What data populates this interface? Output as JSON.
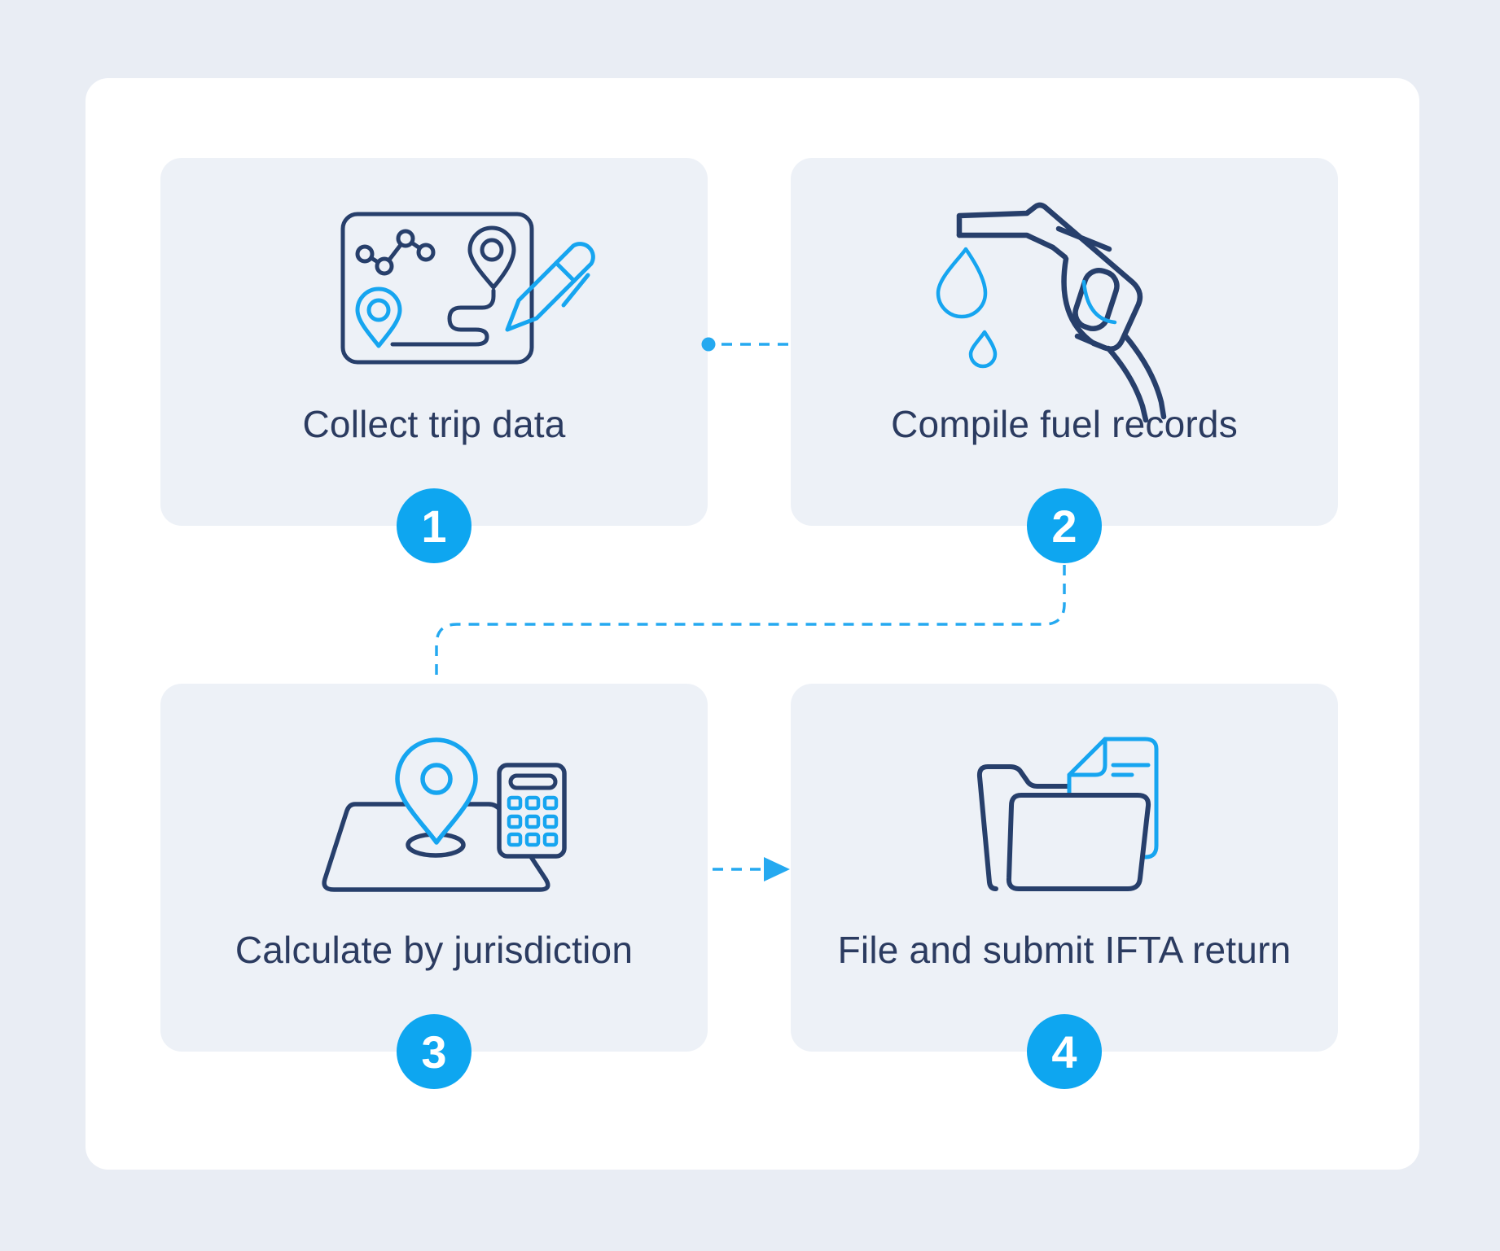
{
  "diagram": {
    "type": "process-flow",
    "step_count": 4
  },
  "colors": {
    "page_background": "#e9edf4",
    "panel_background": "#ffffff",
    "card_background": "#edf1f7",
    "accent_blue": "#0ea6f0",
    "connector_blue": "#25a9f0",
    "icon_navy": "#273f6b",
    "icon_light_blue": "#16a5f0",
    "label_text": "#2b3b60"
  },
  "steps": [
    {
      "number": "1",
      "label": "Collect trip data",
      "icon": "trip-map-pencil-icon"
    },
    {
      "number": "2",
      "label": "Compile fuel records",
      "icon": "fuel-nozzle-drops-icon"
    },
    {
      "number": "3",
      "label": "Calculate by jurisdiction",
      "icon": "map-pin-calculator-icon"
    },
    {
      "number": "4",
      "label": "File and submit IFTA return",
      "icon": "folder-document-icon"
    }
  ]
}
